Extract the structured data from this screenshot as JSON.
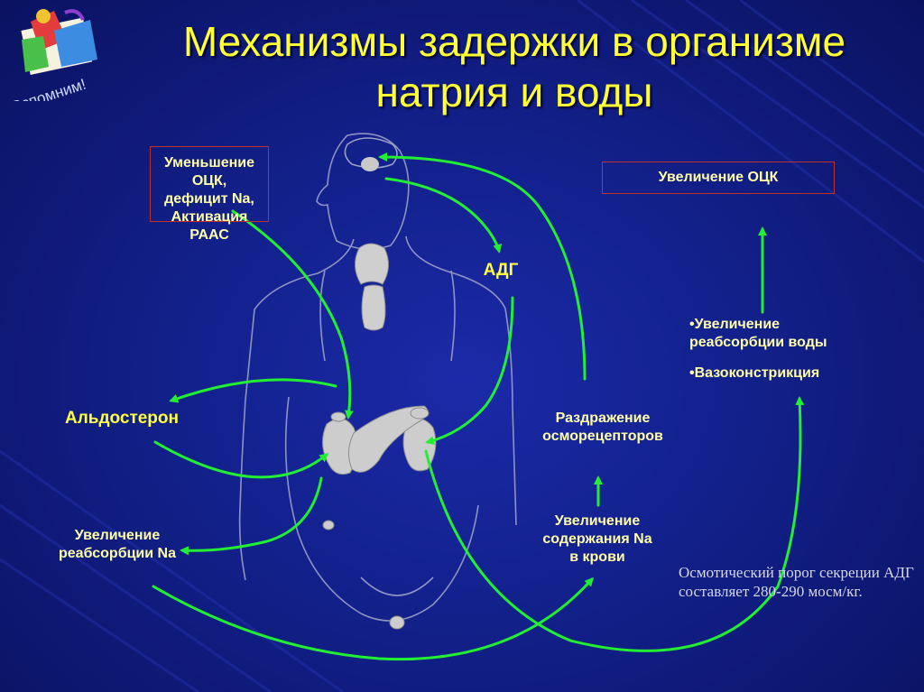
{
  "title_line1": "Механизмы задержки в организме",
  "title_line2": "натрия и воды",
  "logo_text": "Вспомним!",
  "box_left": {
    "line1": "Уменьшение ОЦК,",
    "line2": "дефицит Na,",
    "line3": "Активация РААС"
  },
  "box_right": "Увеличение ОЦК",
  "adg": "АДГ",
  "aldosterone": "Альдостерон",
  "reabs_na": {
    "line1": "Увеличение",
    "line2": "реабсорбции Na"
  },
  "irritation": {
    "line1": "Раздражение",
    "line2": "осморецепторов"
  },
  "blood_na": {
    "line1": "Увеличение",
    "line2": "содержания Na",
    "line3": "в крови"
  },
  "effects": {
    "item1_line1": "•Увеличение",
    "item1_line2": "реабсорбции воды",
    "item2": "•Вазоконстрикция"
  },
  "note": "Осмотический порог секреции АДГ составляет 280-290 мосм/кг.",
  "colors": {
    "arrow": "#22ee33",
    "title": "#ffff33",
    "label": "#ffffaa",
    "box_border": "#c0302a"
  }
}
